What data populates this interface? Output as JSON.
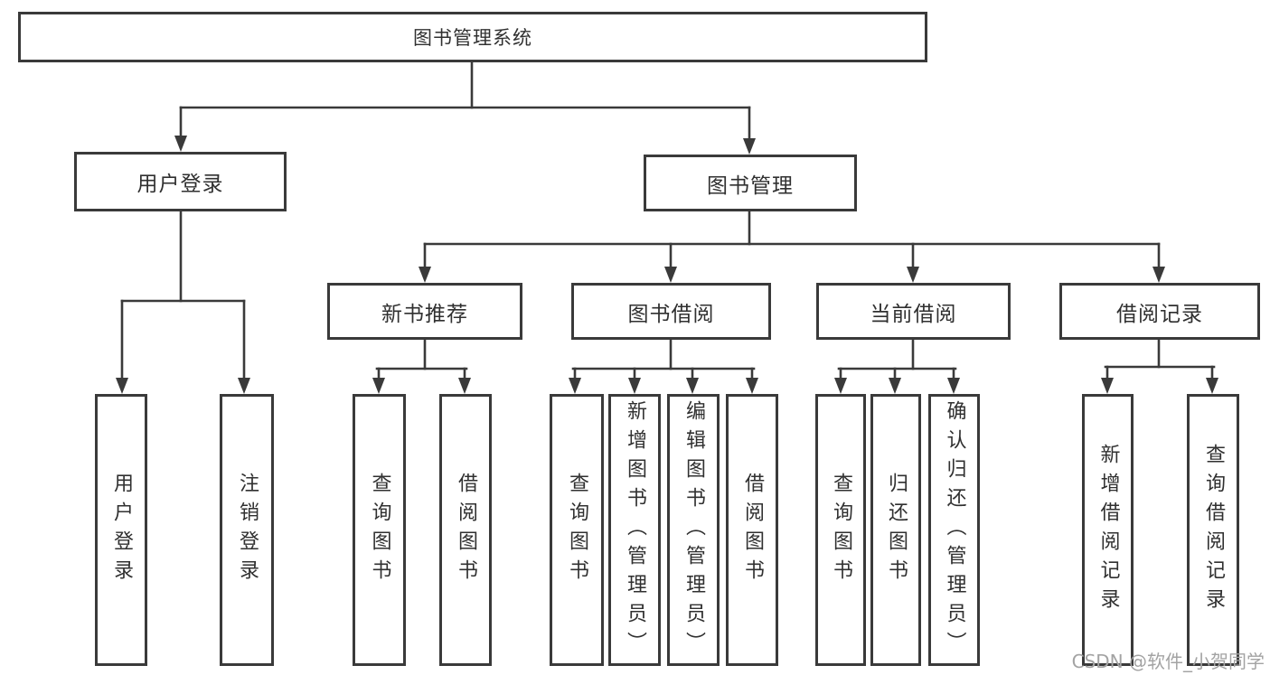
{
  "diagram": {
    "root": {
      "label": "图书管理系统"
    },
    "level2": [
      {
        "label": "用户登录"
      },
      {
        "label": "图书管理"
      }
    ],
    "level3": [
      {
        "label": "新书推荐"
      },
      {
        "label": "图书借阅"
      },
      {
        "label": "当前借阅"
      },
      {
        "label": "借阅记录"
      }
    ],
    "leaves": {
      "user": [
        "用户登录",
        "注销登录"
      ],
      "newbook": [
        "查询图书",
        "借阅图书"
      ],
      "borrow": [
        "查询图书",
        "新增图书（管理员）",
        "编辑图书（管理员）",
        "借阅图书"
      ],
      "current": [
        "查询图书",
        "归还图书",
        "确认归还（管理员）"
      ],
      "record": [
        "新增借阅记录",
        "查询借阅记录"
      ]
    }
  },
  "watermark": {
    "text": "CSDN @软件_小贺同学"
  },
  "colors": {
    "line": "#3a3a3a",
    "border": "#3a3a3a",
    "text": "#303030",
    "watermark": "#a3a3a3",
    "background": "#ffffff"
  }
}
